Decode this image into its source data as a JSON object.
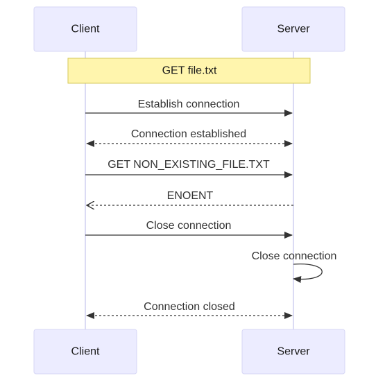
{
  "participants": [
    {
      "id": "client",
      "label": "Client"
    },
    {
      "id": "server",
      "label": "Server"
    }
  ],
  "note": {
    "text": "GET file.txt",
    "over": [
      "client",
      "server"
    ]
  },
  "messages": [
    {
      "label": "Establish connection",
      "from": "client",
      "to": "server",
      "style": "solid",
      "arrow": "end"
    },
    {
      "label": "Connection established",
      "from": "server",
      "to": "client",
      "style": "dotted",
      "arrow": "both"
    },
    {
      "label": "GET NON_EXISTING_FILE.TXT",
      "from": "client",
      "to": "server",
      "style": "solid",
      "arrow": "end"
    },
    {
      "label": "ENOENT",
      "from": "server",
      "to": "client",
      "style": "dotted",
      "arrow": "open"
    },
    {
      "label": "Close connection",
      "from": "client",
      "to": "server",
      "style": "solid",
      "arrow": "end"
    },
    {
      "label": "Close connection",
      "from": "server",
      "to": "server",
      "style": "solid",
      "arrow": "end"
    },
    {
      "label": "Connection closed",
      "from": "client",
      "to": "server",
      "style": "dotted",
      "arrow": "both"
    }
  ],
  "colors": {
    "actor_fill": "#ececff",
    "actor_stroke": "#d6d6f5",
    "note_fill": "#fff5ad",
    "note_stroke": "#d6c95a",
    "line": "#333333"
  }
}
